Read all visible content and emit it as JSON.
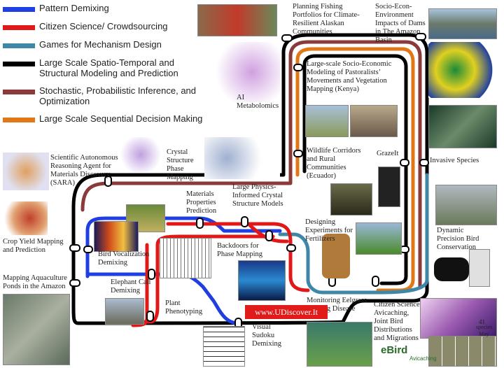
{
  "legend": [
    {
      "label": "Pattern Demixing",
      "color": "#1f3fe0"
    },
    {
      "label": "Citizen Science/ Crowdsourcing",
      "color": "#e01818"
    },
    {
      "label": "Games for Mechanism Design",
      "color": "#3f87a8"
    },
    {
      "label": "Large Scale Spatio-Temporal and Structural Modeling and Prediction",
      "color": "#000000"
    },
    {
      "label": "Stochastic, Probabilistic Inference, and Optimization",
      "color": "#8b3a3a"
    },
    {
      "label": "Large Scale Sequential Decision Making",
      "color": "#e07818"
    }
  ],
  "stations": {
    "fishing": "Planning Fishing Portfolios for Climate-Resilient Alaskan Communities",
    "dams": "Socio-Econ-Environment Impacts of Dams in The Amazon Basin",
    "pastoralists": "Large-scale Socio-Economic Modeling of Pastoralists’ Movements and Vegetation Mapping (Kenya)",
    "metabolomics": "AI Metabolomics",
    "sara": "Scientific Autonomous Reasoning Agent for Materials Discovery (SARA)",
    "crystal_phase": "Crystal Structure Phase Mapping",
    "wildlife": "Wildlife Corridors and Rural Communities (Ecuador)",
    "grazeit": "GrazeIt",
    "invasive": "Invasive Species",
    "materials_props": "Materials Properties Prediction",
    "physics_crystal": "Large Physics-Informed Crystal Structure Models",
    "crop": "Crop Yield Mapping and Prediction",
    "fertilizers": "Designing Experiments for Fertilizers",
    "dynamic_bird": "Dynamic Precision Bird Conservation",
    "bird_vocal": "Bird Vocalization Demixing",
    "backdoors": "Backdoors for Phase Mapping",
    "aquaculture": "Mapping Aquaculture Ponds in the Amazon",
    "elephant": "Elephant Call Demixing",
    "plant": "Plant Phenotyping",
    "eelgrass": "Monitoring Eelgrass Wasting Disease",
    "citizen_avicaching": "Citizen Science Avicaching, Joint Bird Distributions and Migrations",
    "sudoku": "Visual Sudoku Demixing"
  },
  "udiscover": "www.UDiscover.It",
  "ebird": {
    "logo": "eBird",
    "sub": "Avicaching"
  },
  "species_map": {
    "count": "41",
    "unit": "species",
    "month": "May"
  }
}
